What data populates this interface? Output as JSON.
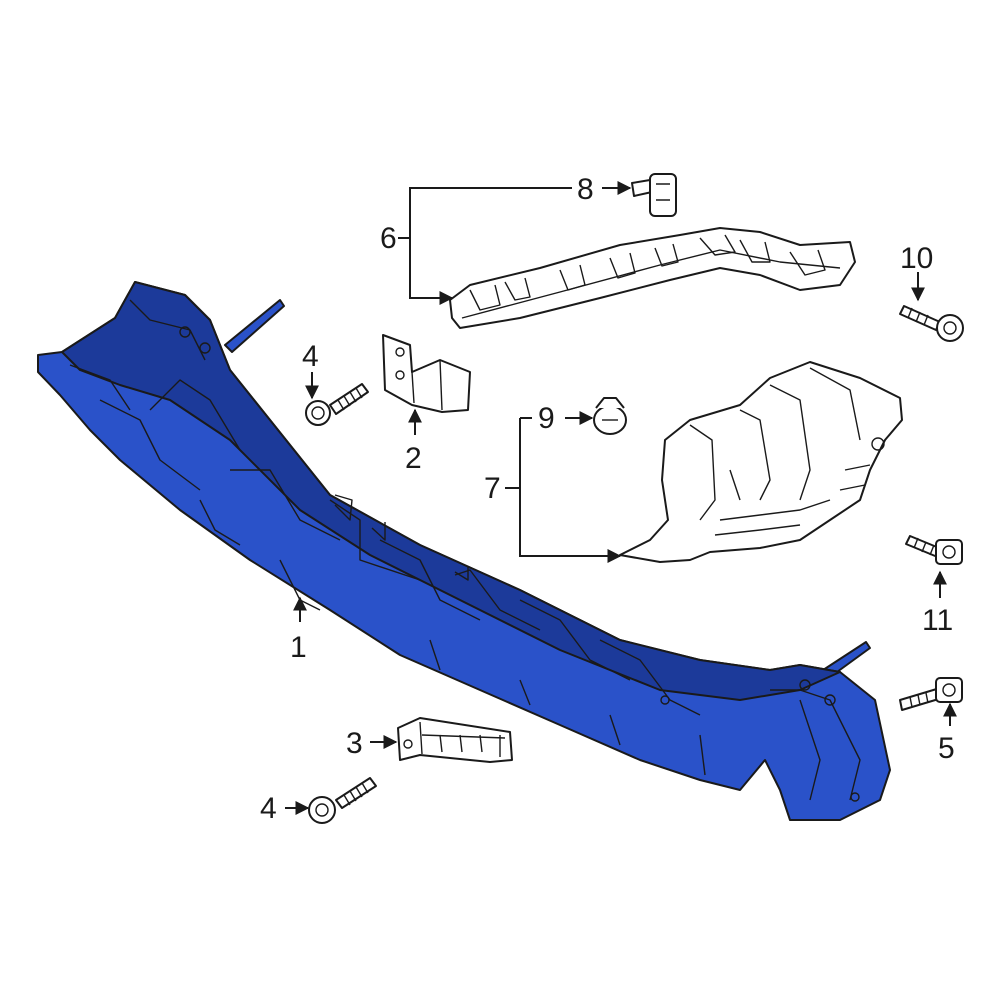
{
  "colors": {
    "highlight": "#2a52c9",
    "highlight_dark": "#1c3a9a",
    "outline": "#1a1a1a",
    "part_fill": "#ffffff",
    "background": "#ffffff"
  },
  "callouts": {
    "c1": "1",
    "c2": "2",
    "c3": "3",
    "c4a": "4",
    "c4b": "4",
    "c5": "5",
    "c6": "6",
    "c7": "7",
    "c8": "8",
    "c9": "9",
    "c10": "10",
    "c11": "11"
  }
}
